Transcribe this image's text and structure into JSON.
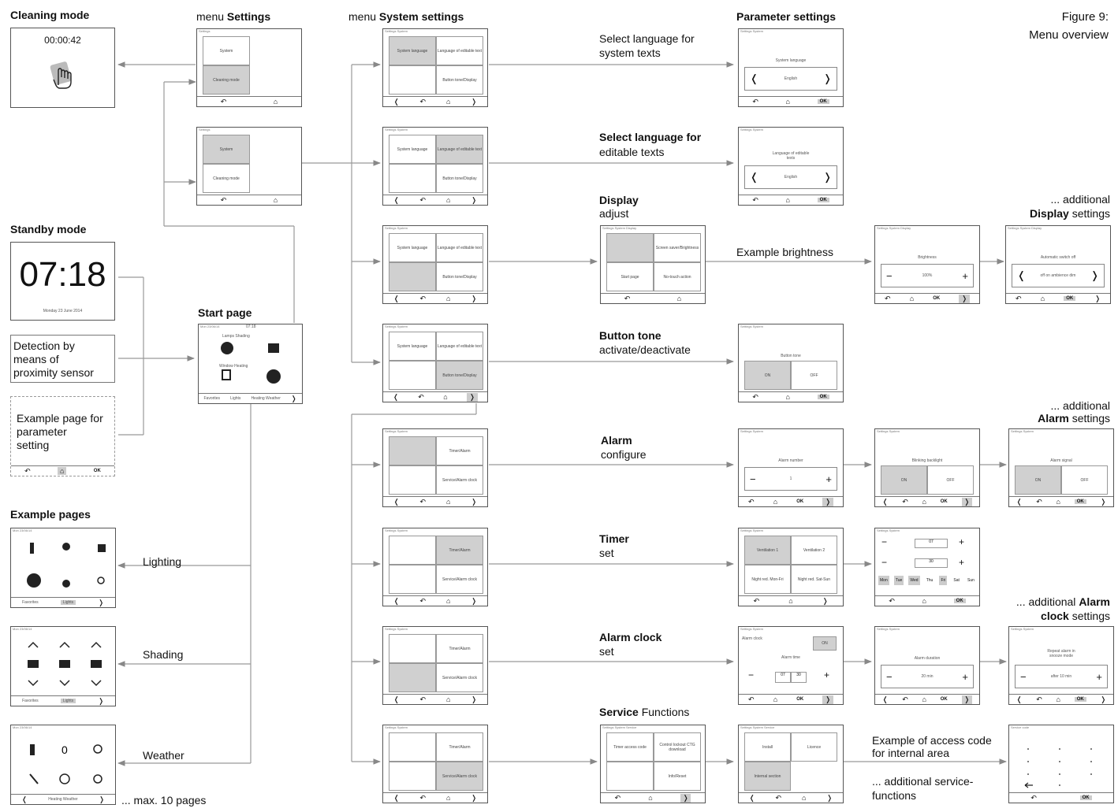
{
  "figure": {
    "title_line1": "Figure 9:",
    "title_line2": "Menu overview"
  },
  "left": {
    "cleaning_mode": {
      "title": "Cleaning mode",
      "time": "00:00:42"
    },
    "standby_mode": {
      "title": "Standby mode",
      "clock": "07:18",
      "date": "Monday 23 June 2014"
    },
    "detection": {
      "line1": "Detection by",
      "line2": "means of",
      "line3": "proximity sensor"
    },
    "example_param": {
      "line1": "Example page for",
      "line2": "parameter",
      "line3": "setting"
    },
    "example_pages": {
      "title": "Example pages",
      "lighting": "Lighting",
      "shading": "Shading",
      "weather": "Weather",
      "max": "... max. 10 pages"
    }
  },
  "menu_settings": {
    "title_prefix": "menu ",
    "title_bold": "Settings",
    "crumb": "Settings",
    "system": "System",
    "cleaning": "Cleaning mode"
  },
  "start_page": {
    "title": "Start page",
    "status": "Mon 23/06/14",
    "time": "07:18",
    "f1": "Lamps Shading",
    "f2": "Window Heating",
    "tabs": [
      "Favorites",
      "Lights",
      "Heating Weather"
    ]
  },
  "system_settings": {
    "title_prefix": "menu ",
    "title_bold": "System settings",
    "crumb": "Settings System",
    "system_language": "System language",
    "language_editable": "Language of editable text",
    "button_tone": "Button tone/Display",
    "timer_alarm": "Timer/Alarm",
    "service_alarm": "Service/Alarm clock"
  },
  "rows": {
    "r1": {
      "label1": "Select language for",
      "label2": "system texts"
    },
    "r2": {
      "label1": "Select language for",
      "label2": "editable texts"
    },
    "r3": {
      "label_bold": "Display",
      "label2": "adjust",
      "brightness": "Example brightness"
    },
    "r4": {
      "label_bold": "Button tone",
      "label2": "activate/deactivate"
    },
    "r5": {
      "label_bold": "Alarm",
      "label2": "configure"
    },
    "r6": {
      "label_bold": "Timer",
      "label2": "set"
    },
    "r7": {
      "label_bold": "Alarm clock",
      "label2": "set"
    },
    "r8": {
      "label_bold": "Service",
      "label_normal": " Functions",
      "access1": "Example of access code",
      "access2": "for internal area",
      "more1": "... additional service-",
      "more2": "functions"
    }
  },
  "param": {
    "title": "Parameter settings",
    "sys_lang_label": "System language",
    "english": "English",
    "edit_lang_label": "Language of editable texts",
    "brightness_label": "Brightness",
    "brightness_val": "100%",
    "auto_label": "Automatic switch off",
    "auto_val": "off on ambience dim",
    "button_tone_label": "Button tone",
    "on": "ON",
    "off": "OFF",
    "alarm_number": "Alarm number",
    "alarm_val": "1",
    "blink": "Blinking backlight",
    "alarm_signal": "Alarm signal",
    "vent1": "Ventilation 1",
    "vent2": "Ventilation 2",
    "night1": "Night red. Mon-Fri",
    "night2": "Night red. Sat-Sun",
    "alarm_clock": "Alarm clock",
    "alarm_time": "Alarm time",
    "hour": "07",
    "minute": "30",
    "alarm_duration": "Alarm duration",
    "duration_val": "20 min",
    "repeat": "Repeat alarm in snooze mode",
    "repeat_val": "after 10 min",
    "service_crumb": "Settings System Service",
    "timer_access": "Timer access code",
    "ctg": "Control lockout CTG download",
    "info": "Info/Reset",
    "install": "Install",
    "licence": "Licence",
    "internal": "Internal section",
    "code_crumb": "Service code",
    "days": [
      "Mon",
      "Tue",
      "Wed",
      "Thu",
      "Fri",
      "Sat",
      "Sun"
    ]
  },
  "additional": {
    "display_prefix": "... additional",
    "display_bold": "Display",
    "display_suffix": " settings",
    "alarm_prefix": "... additional",
    "alarm_bold": "Alarm",
    "alarm_suffix": " settings",
    "clock_prefix": "... additional ",
    "clock_bold1": "Alarm",
    "clock_bold2": "clock",
    "clock_suffix": " settings"
  },
  "display_menu": {
    "crumb": "Settings System Display",
    "brightness": "Screen saver/Brightness",
    "start": "Start page",
    "no_touch": "No-touch action"
  },
  "bar": {
    "back": "↶",
    "home": "⌂",
    "ok": "OK",
    "left": "❬",
    "right": "❭"
  }
}
